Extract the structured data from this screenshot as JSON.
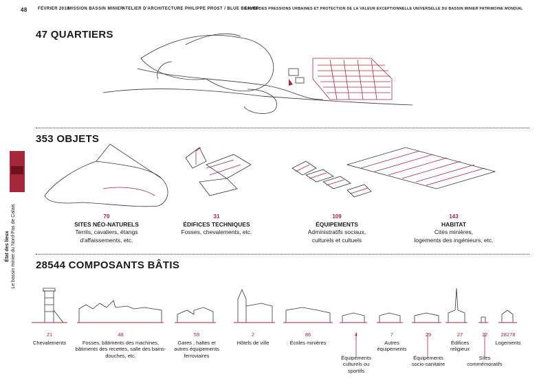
{
  "header": {
    "page_number": "48",
    "date": "FÉVRIER 2018",
    "mission": "MISSION BASSIN MINIER",
    "atelier": "ATELIER D'ARCHITECTURE PHILIPPE PROST / BLUE BEAVER",
    "study": "ETUDE DES PRESSIONS URBAINES ET PROTECTION DE LA VALEUR EXCEPTIONNELLE UNIVERSELLE DU BASSIN MINIER PATRIMOINE MONDIAL"
  },
  "sidebar": {
    "line1": "État des lieux",
    "line2": "Le bassin minier du Nord-Pas de Calais",
    "accent": "#a4273a"
  },
  "sections": {
    "quartiers": "47  QUARTIERS",
    "objets": "353  OBJETS",
    "composants": "28544  COMPOSANTS BÂTIS"
  },
  "objets": [
    {
      "count": "70",
      "title": "SITES NÉO-NATURELS",
      "desc1": "Terrils, cavaliers, étangs",
      "desc2": "d'affaissements, etc."
    },
    {
      "count": "31",
      "title": "ÉDIFICES TECHNIQUES",
      "desc1": "Fosses, chevalements, etc.",
      "desc2": ""
    },
    {
      "count": "109",
      "title": "ÉQUIPEMENTS",
      "desc1": "Administratifs sociaux,",
      "desc2": "culturels et cultuels"
    },
    {
      "count": "143",
      "title": "HABITAT",
      "desc1": "Cités minières,",
      "desc2": "logements des ingénieurs, etc."
    }
  ],
  "composants": [
    {
      "count": "21",
      "label": "Chevalements"
    },
    {
      "count": "48",
      "label": "Fosses, bâtiments des machines, bâtiments des recettes, salle des bains-douches, etc."
    },
    {
      "count": "59",
      "label": "Gares , haltes et autres équipements ferroviaires"
    },
    {
      "count": "2",
      "label": "Hôtels de ville"
    },
    {
      "count": "86",
      "label": "Écoles minières"
    },
    {
      "count": "4",
      "label": "Équipements culturels ou sportifs"
    },
    {
      "count": "7",
      "label": "Autres équipements"
    },
    {
      "count": "29",
      "label": "Équipements socio-sanitaire"
    },
    {
      "count": "27",
      "label": "Édifices religieux"
    },
    {
      "count": "12",
      "label": "Sites commémoratifs"
    },
    {
      "count": "28278",
      "label": "Logements"
    }
  ]
}
